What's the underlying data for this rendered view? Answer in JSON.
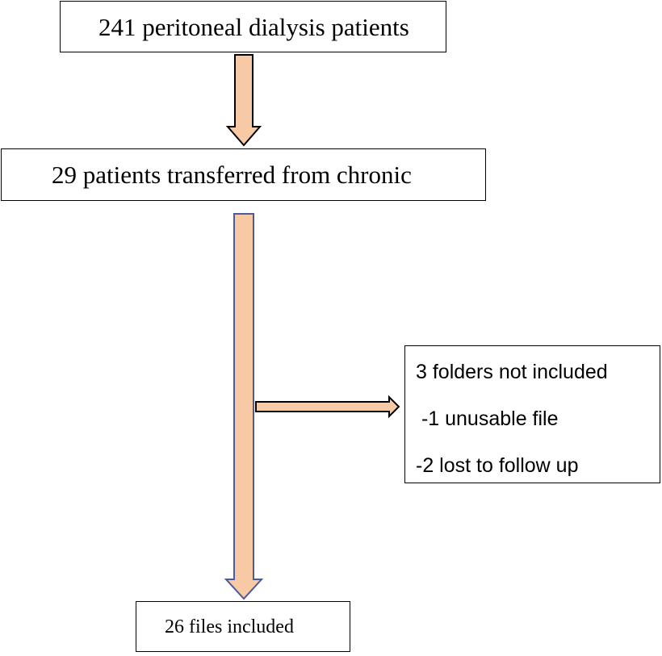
{
  "flowchart": {
    "step_1": "241 peritoneal dialysis patients",
    "step_2": "29 patients transferred from chronic",
    "exclusion": {
      "title": "3 folders not included",
      "reason_1": " -1 unusable file",
      "reason_2": "-2 lost to follow up"
    },
    "step_3": "26 files included"
  },
  "colors": {
    "arrow_fill": "#f7c9a5",
    "arrow_stroke_dark": "#000000",
    "arrow_stroke_blue": "#4a5b9c",
    "box_border": "#000000"
  }
}
